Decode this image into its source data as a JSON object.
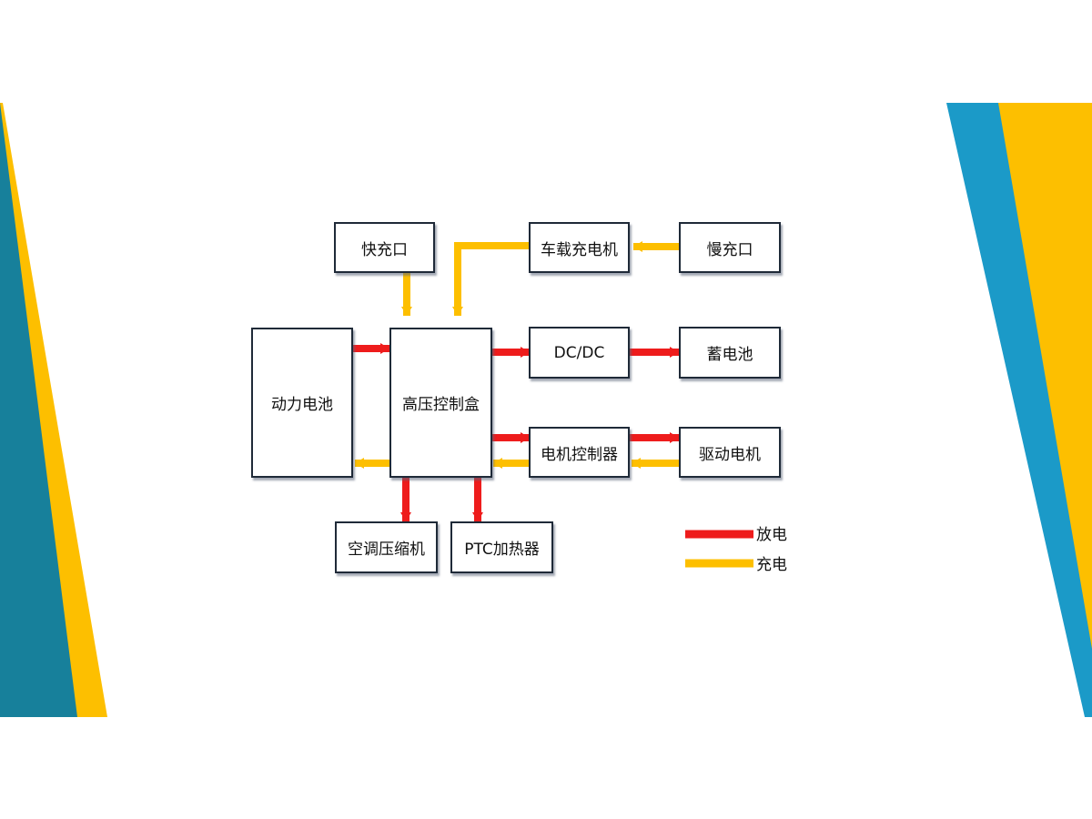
{
  "colors": {
    "discharge": "#ee1c1c",
    "charge": "#fdbf00",
    "box_border": "#1f2a38",
    "deco_blue": "#1b9ac8",
    "deco_teal": "#17809b",
    "deco_yellow": "#fdbf00"
  },
  "nodes": {
    "fast_charge_port": "快充口",
    "onboard_charger": "车载充电机",
    "slow_charge_port": "慢充口",
    "power_battery": "动力电池",
    "hv_control_box": "高压控制盒",
    "dcdc": "DC/DC",
    "storage_battery": "蓄电池",
    "motor_controller": "电机控制器",
    "drive_motor": "驱动电机",
    "ac_compressor": "空调压缩机",
    "ptc_heater": "PTC加热器"
  },
  "legend": {
    "discharge_label": "放电",
    "charge_label": "充电"
  },
  "edges": [
    {
      "from": "slow_charge_port",
      "to": "onboard_charger",
      "type": "charge"
    },
    {
      "from": "onboard_charger",
      "to": "hv_control_box",
      "type": "charge"
    },
    {
      "from": "fast_charge_port",
      "to": "hv_control_box",
      "type": "charge"
    },
    {
      "from": "power_battery",
      "to": "hv_control_box",
      "type": "discharge"
    },
    {
      "from": "hv_control_box",
      "to": "power_battery",
      "type": "charge"
    },
    {
      "from": "hv_control_box",
      "to": "dcdc",
      "type": "discharge"
    },
    {
      "from": "dcdc",
      "to": "storage_battery",
      "type": "discharge"
    },
    {
      "from": "hv_control_box",
      "to": "motor_controller",
      "type": "discharge"
    },
    {
      "from": "motor_controller",
      "to": "drive_motor",
      "type": "discharge"
    },
    {
      "from": "drive_motor",
      "to": "motor_controller",
      "type": "charge"
    },
    {
      "from": "motor_controller",
      "to": "hv_control_box",
      "type": "charge"
    },
    {
      "from": "hv_control_box",
      "to": "ac_compressor",
      "type": "discharge"
    },
    {
      "from": "hv_control_box",
      "to": "ptc_heater",
      "type": "discharge"
    }
  ]
}
